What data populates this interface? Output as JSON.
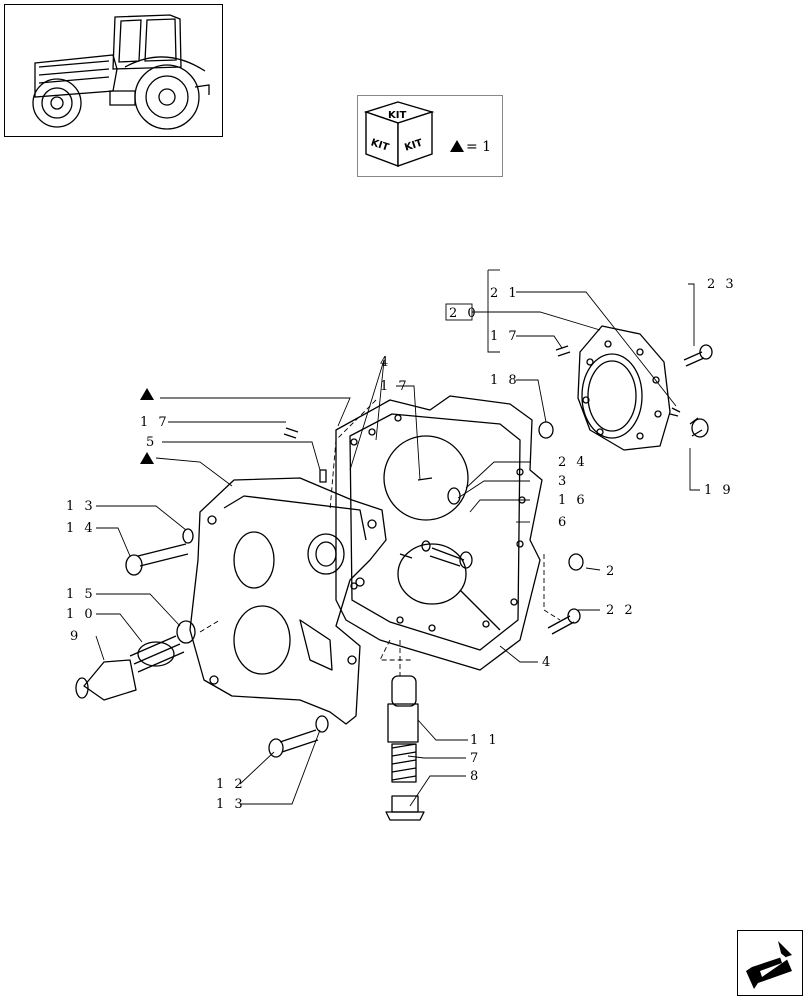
{
  "kit_legend": {
    "top": "KIT",
    "left": "KIT",
    "right": "KIT",
    "equation": "= 1"
  },
  "callouts": [
    {
      "id": "c21",
      "text": "2 1"
    },
    {
      "id": "c23",
      "text": "2 3"
    },
    {
      "id": "c20",
      "text": "2 0"
    },
    {
      "id": "c17a",
      "text": "1 7"
    },
    {
      "id": "c4a",
      "text": "4"
    },
    {
      "id": "c17b",
      "text": "1 7"
    },
    {
      "id": "c18",
      "text": "1 8"
    },
    {
      "id": "c17c",
      "text": "1 7"
    },
    {
      "id": "c5",
      "text": "5"
    },
    {
      "id": "c24",
      "text": "2 4"
    },
    {
      "id": "c3",
      "text": "3"
    },
    {
      "id": "c16",
      "text": "1 6"
    },
    {
      "id": "c19",
      "text": "1 9"
    },
    {
      "id": "c13a",
      "text": "1 3"
    },
    {
      "id": "c6",
      "text": "6"
    },
    {
      "id": "c14",
      "text": "1 4"
    },
    {
      "id": "c2",
      "text": "2"
    },
    {
      "id": "c15",
      "text": "1 5"
    },
    {
      "id": "c22",
      "text": "2 2"
    },
    {
      "id": "c10",
      "text": "1 0"
    },
    {
      "id": "c9",
      "text": "9"
    },
    {
      "id": "c4b",
      "text": "4"
    },
    {
      "id": "c11",
      "text": "1 1"
    },
    {
      "id": "c7",
      "text": "7"
    },
    {
      "id": "c8",
      "text": "8"
    },
    {
      "id": "c12",
      "text": "1 2"
    },
    {
      "id": "c13b",
      "text": "1 3"
    }
  ],
  "icons": {
    "tractor": "tractor-thumbnail-icon",
    "kit": "kit-cube-icon",
    "nav": "next-page-arrow-icon"
  }
}
